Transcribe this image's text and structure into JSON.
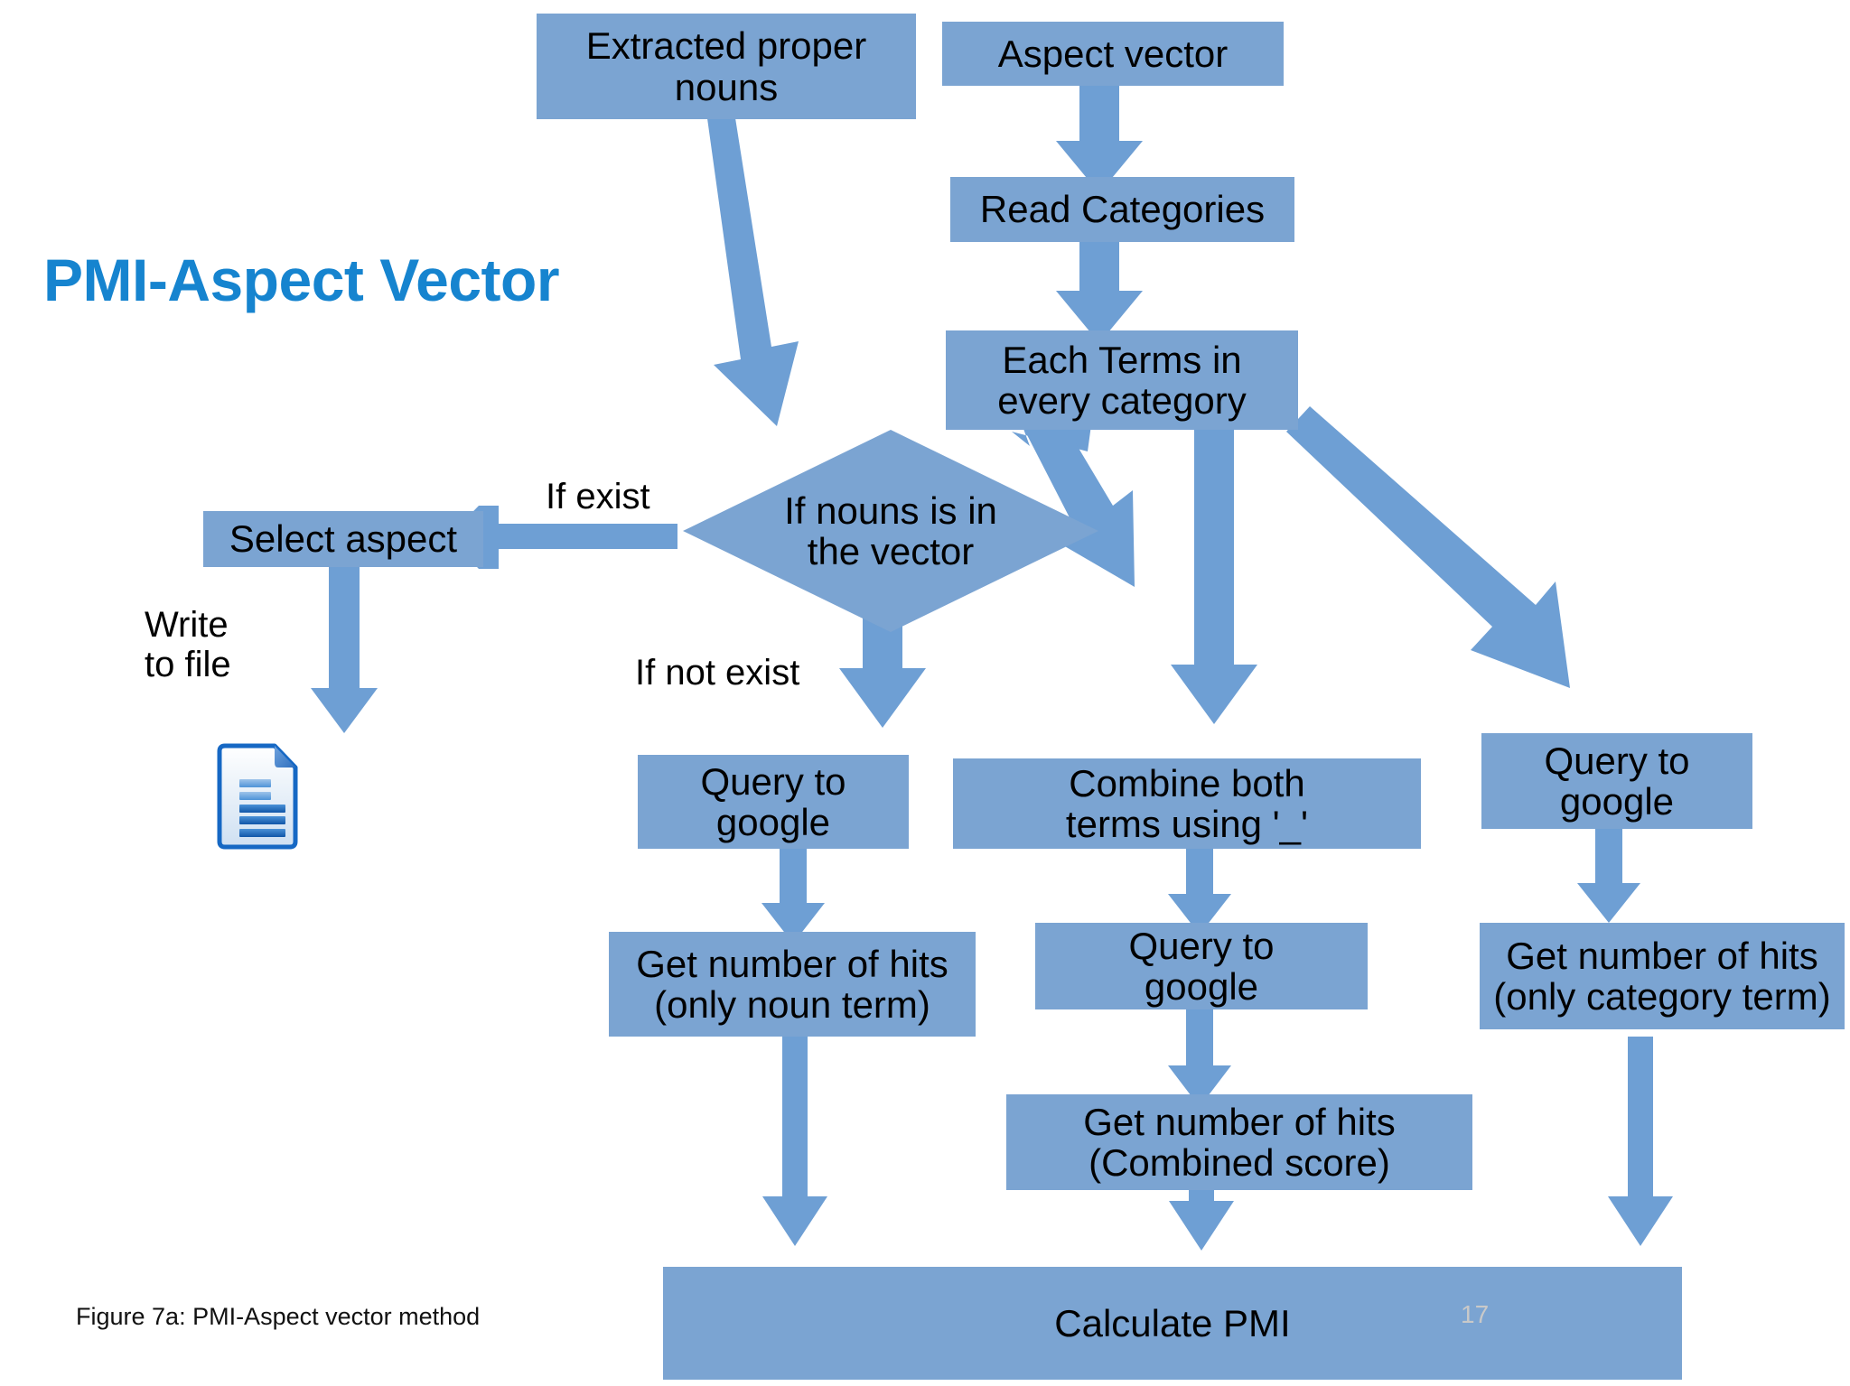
{
  "slide": {
    "title": "PMI-Aspect Vector",
    "title_color": "#1684CF",
    "caption": "Figure 7a: PMI-Aspect vector method",
    "page_number": "17",
    "background_color": "#FFFFFF",
    "node_fill_color": "#7BA4D2",
    "arrow_color": "#6E9FD4"
  },
  "nodes": {
    "extracted_proper_nouns": "Extracted proper\nnouns",
    "aspect_vector": "Aspect vector",
    "read_categories": "Read Categories",
    "each_terms": "Each Terms in\nevery category",
    "decision_nouns_in_vector": "If nouns is in\nthe vector",
    "select_aspect": "Select aspect",
    "query_google_left": "Query to\ngoogle",
    "combine_both_terms": "Combine both\nterms using '_'",
    "query_google_right": "Query to\ngoogle",
    "get_hits_noun": "Get number of hits\n(only noun term)",
    "query_google_middle": "Query to\ngoogle",
    "get_hits_category": "Get number of hits\n(only category term)",
    "get_hits_combined": "Get number of hits\n(Combined score)",
    "calculate_pmi": "Calculate PMI"
  },
  "edge_labels": {
    "if_exist": "If exist",
    "if_not_exist": "If not exist",
    "write_to_file": "Write\nto file"
  },
  "icons": {
    "document": "document-icon"
  }
}
